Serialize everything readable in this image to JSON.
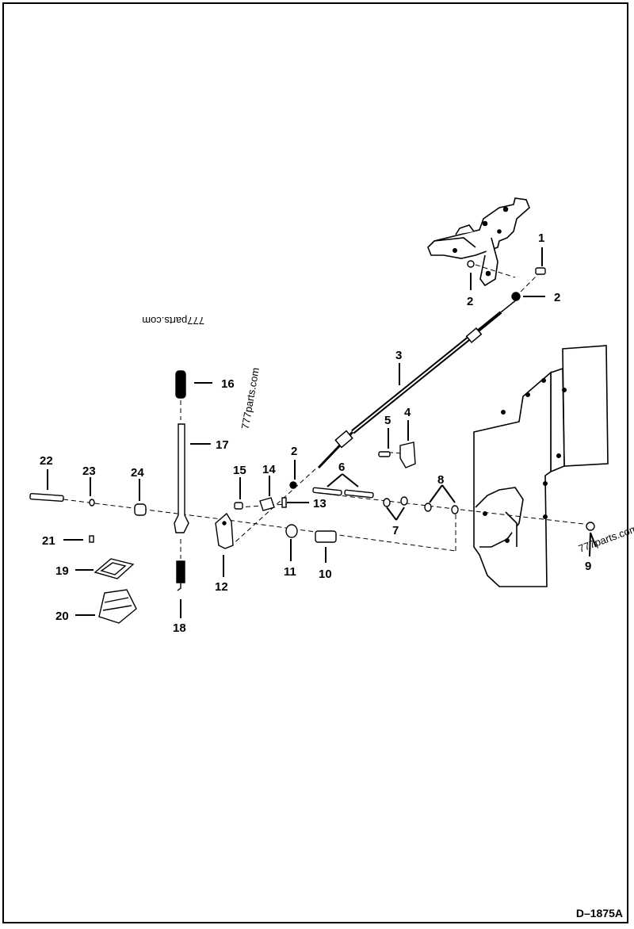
{
  "drawing": {
    "reference": "D–1875A",
    "watermarks": [
      "777parts.com",
      "777parts.com",
      "777parts.com"
    ],
    "callouts": {
      "c1": "1",
      "c2a": "2",
      "c2b": "2",
      "c2c": "2",
      "c3": "3",
      "c4": "4",
      "c5": "5",
      "c6": "6",
      "c7": "7",
      "c8": "8",
      "c9": "9",
      "c10": "10",
      "c11": "11",
      "c12": "12",
      "c13": "13",
      "c14": "14",
      "c15": "15",
      "c16": "16",
      "c17": "17",
      "c18": "18",
      "c19": "19",
      "c20": "20",
      "c21": "21",
      "c22": "22",
      "c23": "23",
      "c24": "24"
    }
  }
}
